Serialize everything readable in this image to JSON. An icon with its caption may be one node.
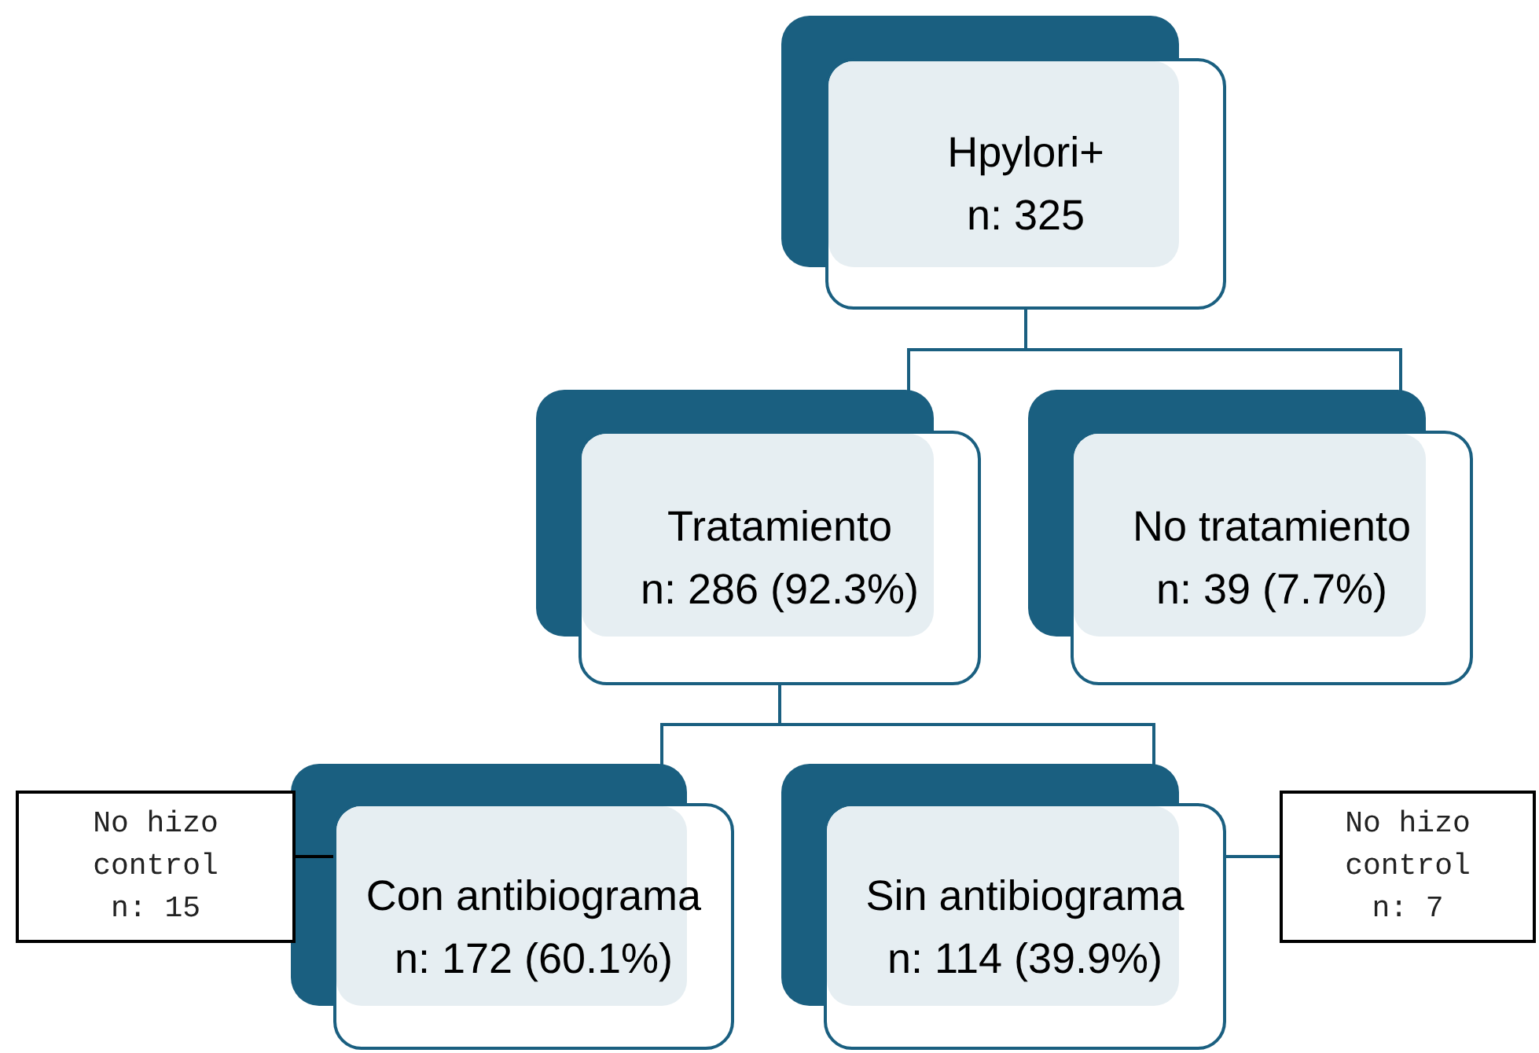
{
  "diagram": {
    "nodes": [
      {
        "text": [
          "Hpylori+",
          "n: 325"
        ]
      },
      {
        "text": [
          "Tratamiento",
          "n: 286 (92.3%)"
        ]
      },
      {
        "text": [
          "No tratamiento",
          "n: 39 (7.7%)"
        ]
      },
      {
        "text": [
          "Con antibiograma",
          "n: 172 (60.1%)"
        ]
      },
      {
        "text": [
          "Sin antibiograma",
          "n: 114 (39.9%)"
        ]
      },
      {
        "text": [
          "No hizo control",
          "n: 15"
        ]
      },
      {
        "text": [
          "No hizo control",
          "n: 7"
        ]
      }
    ],
    "edges": [
      {
        "from": 0,
        "to": 1,
        "arrow": "none"
      },
      {
        "from": 0,
        "to": 2,
        "arrow": "none"
      },
      {
        "from": 1,
        "to": 3,
        "arrow": "none"
      },
      {
        "from": 1,
        "to": 4,
        "arrow": "none"
      },
      {
        "from": 5,
        "to": 3,
        "arrow": "none",
        "color": "#000000"
      },
      {
        "from": 6,
        "to": 4,
        "arrow": "none"
      }
    ]
  }
}
